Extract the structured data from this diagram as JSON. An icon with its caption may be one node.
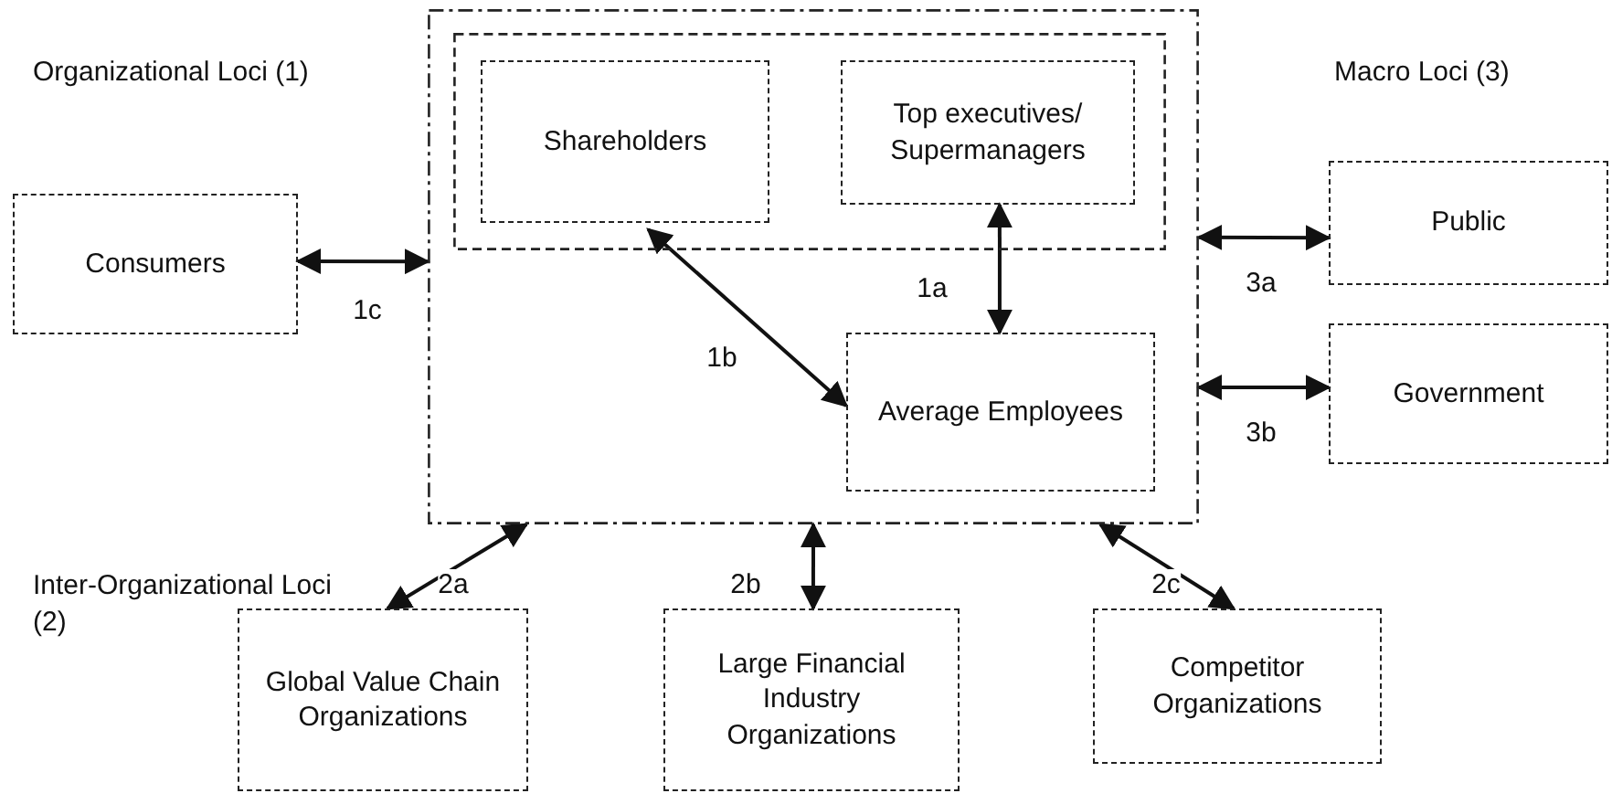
{
  "diagram": {
    "nodes": [
      {
        "text": [],
        "shape": "box"
      },
      {
        "text": [],
        "shape": "box",
        "in": 0
      },
      {
        "text": [
          "Shareholders"
        ],
        "in": 1
      },
      {
        "text": [
          "Top executives/ Supermanagers"
        ],
        "in": 1
      },
      {
        "text": [
          "Average Employees"
        ],
        "in": 0
      },
      {
        "text": [
          "Consumers"
        ]
      },
      {
        "text": [
          "Public"
        ]
      },
      {
        "text": [
          "Government"
        ]
      },
      {
        "text": [
          "Global Value Chain Organizations"
        ]
      },
      {
        "text": [
          "Large Financial Industry Organizations"
        ]
      },
      {
        "text": [
          "Competitor Organizations"
        ]
      }
    ],
    "edges": [
      {
        "from": 5,
        "to": 0,
        "arrow": "both",
        "label": "1c"
      },
      {
        "from": 3,
        "to": 4,
        "arrow": "both",
        "label": "1a"
      },
      {
        "from": 2,
        "to": 4,
        "arrow": "both",
        "label": "1b"
      },
      {
        "from": 0,
        "to": 6,
        "arrow": "both",
        "label": "3a"
      },
      {
        "from": 0,
        "to": 7,
        "arrow": "both",
        "label": "3b"
      },
      {
        "from": 0,
        "to": 8,
        "arrow": "both",
        "label": "2a"
      },
      {
        "from": 0,
        "to": 9,
        "arrow": "both",
        "label": "2b"
      },
      {
        "from": 0,
        "to": 10,
        "arrow": "both",
        "label": "2c"
      }
    ],
    "labels": [
      "Organizational Loci (1)",
      "Macro Loci (3)",
      "Inter-Organizational Loci (2)"
    ]
  }
}
